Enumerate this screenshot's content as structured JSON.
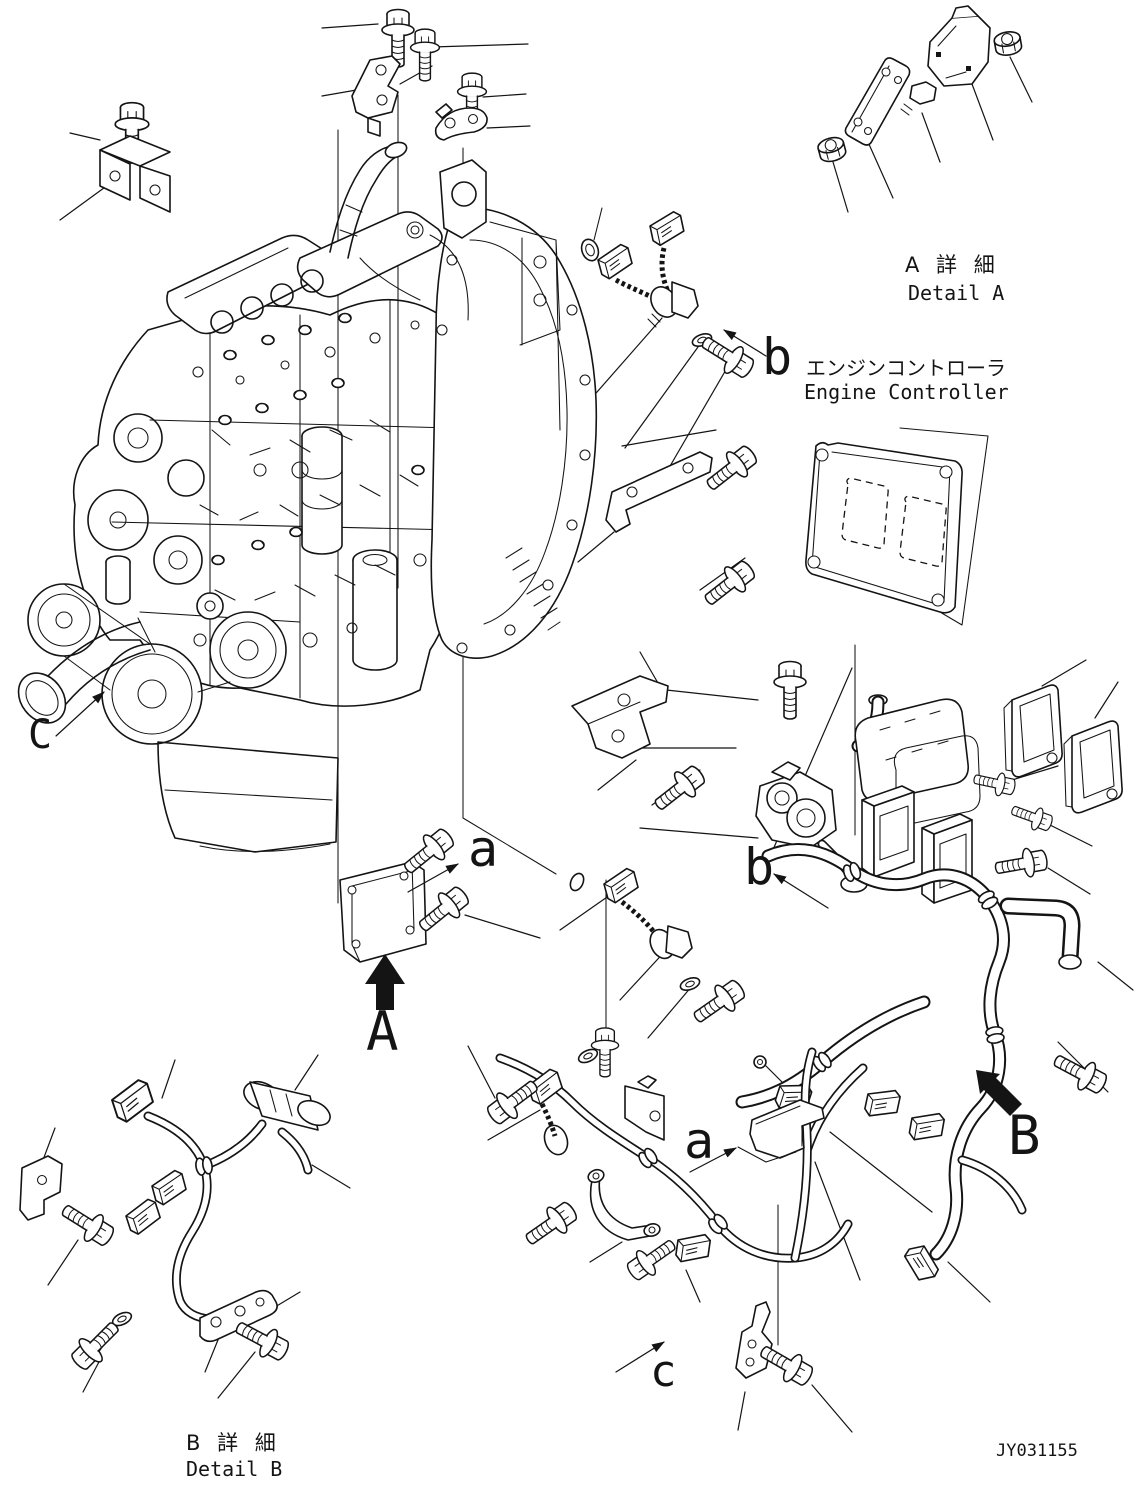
{
  "titles": {
    "detail_a_jp": "A 詳 細",
    "detail_a_en": "Detail A",
    "detail_b_jp": "B 詳 細",
    "detail_b_en": "Detail B",
    "engine_controller_jp": "エンジンコントローラ",
    "engine_controller_en": "Engine Controller"
  },
  "view_labels": {
    "view_a": "A",
    "view_b": "B",
    "section_c": "C",
    "marker_a_upper": "a",
    "marker_a_lower": "a",
    "marker_b_upper": "b",
    "marker_b_lower": "b",
    "marker_c": "c"
  },
  "footer": {
    "drawing_number": "JY031155"
  }
}
